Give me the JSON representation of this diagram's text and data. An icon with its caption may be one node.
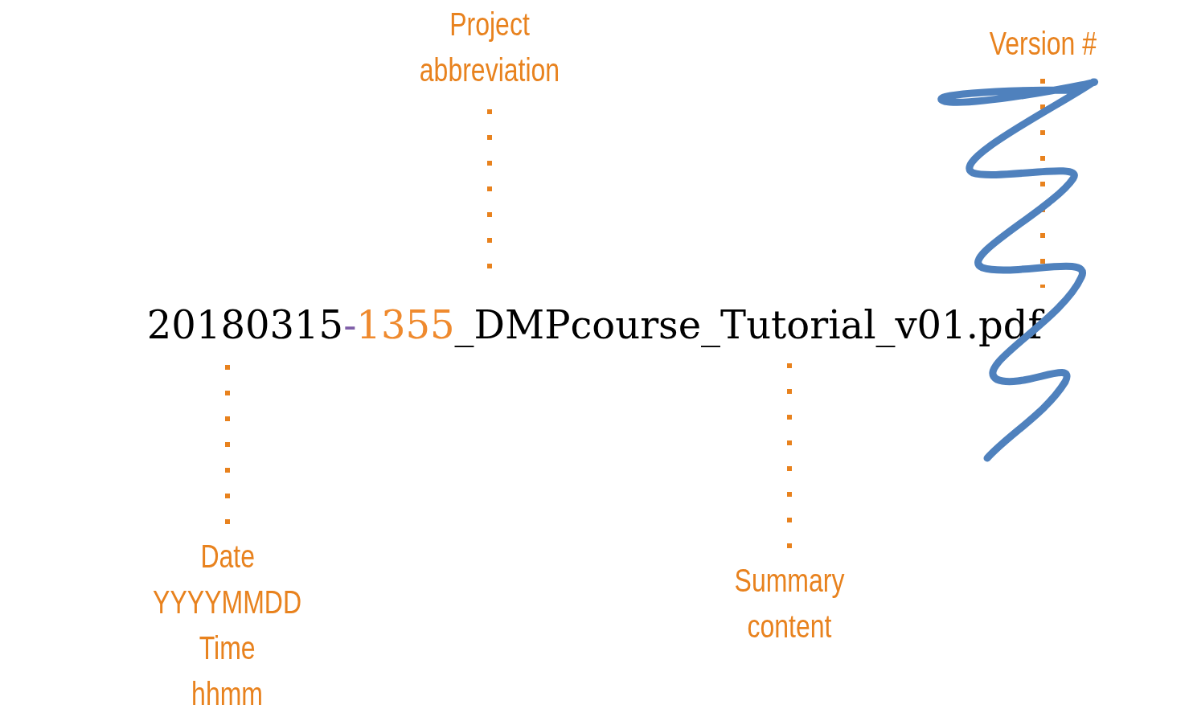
{
  "diagram": {
    "nodes": [
      {
        "text": [
          "Project abbreviation"
        ]
      },
      {
        "text": [
          "Version #"
        ]
      },
      {
        "text": [
          "20180315",
          "-",
          "1355",
          "_DMPcourse_Tutorial_v01.pdf"
        ]
      },
      {
        "text": [
          "Date",
          "YYYYMMDD",
          "Time",
          "hhmm"
        ]
      },
      {
        "text": [
          "Summary content"
        ]
      }
    ],
    "edges": [
      {
        "from": 0,
        "to": 2,
        "arrow": "none",
        "style": "dashed"
      },
      {
        "from": 1,
        "to": 2,
        "arrow": "none",
        "style": "dashed"
      },
      {
        "from": 3,
        "to": 2,
        "arrow": "none",
        "style": "dashed"
      },
      {
        "from": 4,
        "to": 2,
        "arrow": "none",
        "style": "dashed"
      }
    ]
  }
}
